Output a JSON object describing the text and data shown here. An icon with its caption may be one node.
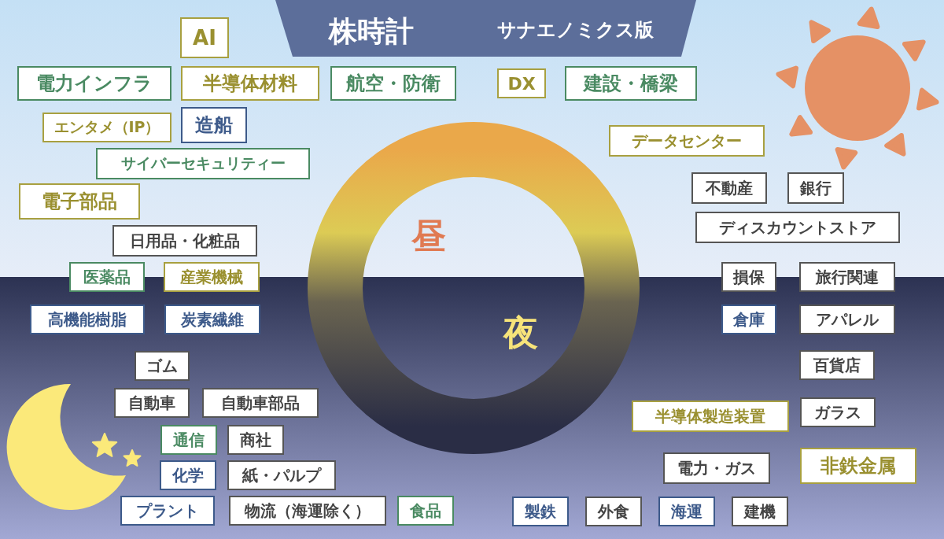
{
  "diagram": {
    "title": "株時計",
    "labels": [
      "サナエノミクス版",
      "昼",
      "夜"
    ],
    "nodes": [
      {
        "text": [
          "AI"
        ]
      },
      {
        "text": [
          "電力インフラ"
        ]
      },
      {
        "text": [
          "半導体材料"
        ]
      },
      {
        "text": [
          "航空・防衛"
        ]
      },
      {
        "text": [
          "DX"
        ]
      },
      {
        "text": [
          "建設・橋梁"
        ]
      },
      {
        "text": [
          "エンタメ（IP）"
        ]
      },
      {
        "text": [
          "造船"
        ]
      },
      {
        "text": [
          "サイバーセキュリティー"
        ]
      },
      {
        "text": [
          "データセンター"
        ]
      },
      {
        "text": [
          "電子部品"
        ]
      },
      {
        "text": [
          "不動産"
        ]
      },
      {
        "text": [
          "銀行"
        ]
      },
      {
        "text": [
          "日用品・化粧品"
        ]
      },
      {
        "text": [
          "ディスカウントストア"
        ]
      },
      {
        "text": [
          "医薬品"
        ]
      },
      {
        "text": [
          "産業機械"
        ]
      },
      {
        "text": [
          "損保"
        ]
      },
      {
        "text": [
          "旅行関連"
        ]
      },
      {
        "text": [
          "高機能樹脂"
        ]
      },
      {
        "text": [
          "炭素繊維"
        ]
      },
      {
        "text": [
          "倉庫"
        ]
      },
      {
        "text": [
          "アパレル"
        ]
      },
      {
        "text": [
          "百貨店"
        ]
      },
      {
        "text": [
          "ゴム"
        ]
      },
      {
        "text": [
          "自動車"
        ]
      },
      {
        "text": [
          "自動車部品"
        ]
      },
      {
        "text": [
          "半導体製造装置"
        ]
      },
      {
        "text": [
          "ガラス"
        ]
      },
      {
        "text": [
          "通信"
        ]
      },
      {
        "text": [
          "商社"
        ]
      },
      {
        "text": [
          "電力・ガス"
        ]
      },
      {
        "text": [
          "非鉄金属"
        ]
      },
      {
        "text": [
          "化学"
        ]
      },
      {
        "text": [
          "紙・パルプ"
        ]
      },
      {
        "text": [
          "プラント"
        ]
      },
      {
        "text": [
          "物流（海運除く）"
        ]
      },
      {
        "text": [
          "食品"
        ]
      },
      {
        "text": [
          "製鉄"
        ]
      },
      {
        "text": [
          "外食"
        ]
      },
      {
        "text": [
          "海運"
        ]
      },
      {
        "text": [
          "建機"
        ]
      }
    ]
  }
}
